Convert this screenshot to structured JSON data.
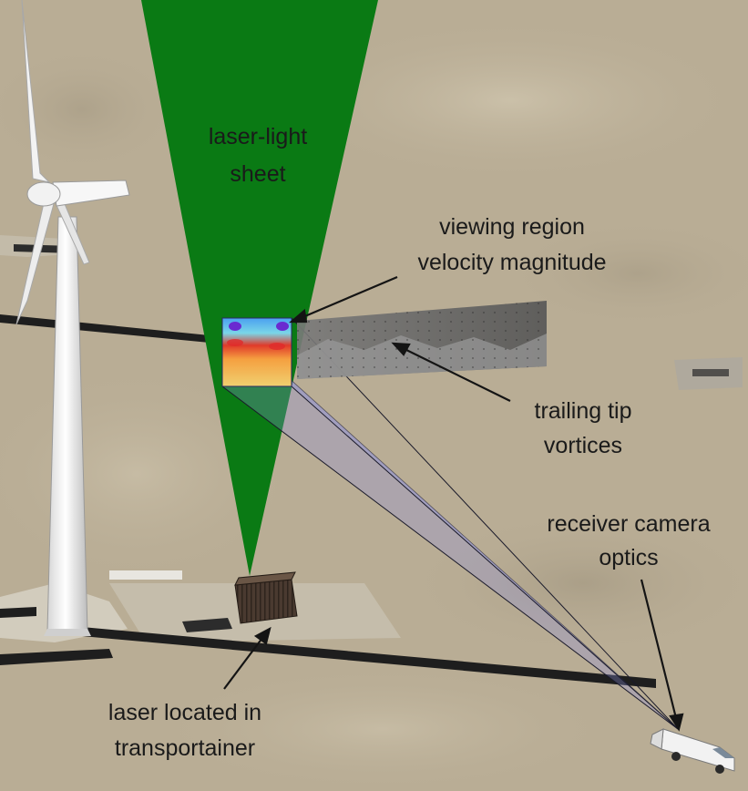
{
  "labels": {
    "laser_sheet_line1": "laser-light",
    "laser_sheet_line2": "sheet",
    "viewing_region_line1": "viewing region",
    "viewing_region_line2": "velocity magnitude",
    "trailing_line1": "trailing  tip",
    "trailing_line2": "vortices",
    "receiver_line1": "receiver camera",
    "receiver_line2": "optics",
    "laser_loc_line1": "laser located in",
    "laser_loc_line2": "transportainer"
  },
  "colors": {
    "ground": "#b9ad95",
    "laser_sheet": "#0a7a14",
    "camera_beam": "#8e92e0",
    "roads": "#1e1e1e",
    "turbine": "#e8e8e8",
    "container": "#4a3a30",
    "text": "#1a1a1a"
  }
}
